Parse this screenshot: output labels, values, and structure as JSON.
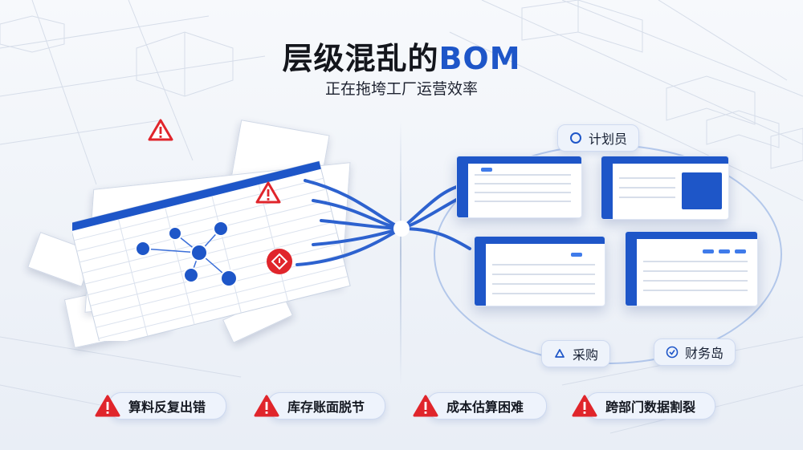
{
  "header": {
    "title_cn": "层级混乱的",
    "title_en": "BOM",
    "subtitle": "正在拖垮工厂运营效率"
  },
  "roles": {
    "planner": "计划员",
    "purchasing": "采购",
    "finance": "财务岛"
  },
  "problems": [
    {
      "label": "算料反复出错"
    },
    {
      "label": "库存账面脱节"
    },
    {
      "label": "成本估算困难"
    },
    {
      "label": "跨部门数据割裂"
    }
  ],
  "colors": {
    "accent": "#1e56c8",
    "warning": "#e0252b",
    "background": "#f1f4f9"
  },
  "icons": {
    "warning": "warning-triangle-icon",
    "planner": "circle-icon",
    "purchasing": "cloud-icon",
    "finance": "shield-check-icon"
  }
}
